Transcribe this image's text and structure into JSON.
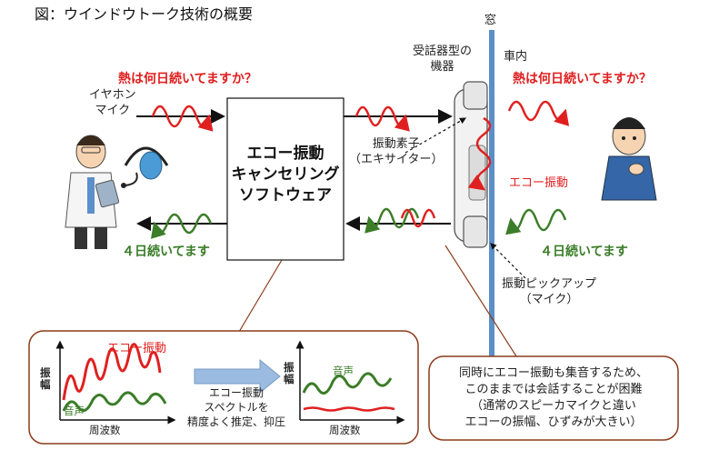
{
  "title": "図：ウインドウトーク技術の概要",
  "labels": {
    "window": "窓",
    "car_interior": "車内",
    "handset_device": "受話器型の\n機器",
    "earphone_mic": "イヤホン\nマイク",
    "question_left": "熱は何日続いてますか？",
    "question_right": "熱は何日続いてますか？",
    "answer_left": "４日続いてます",
    "answer_right": "４日続いてます",
    "software_box": "エコー振動\nキャンセリング\nソフトウェア",
    "exciter": "振動素子\n（エキサイター）",
    "echo_vibration": "エコー振動",
    "pickup_mic": "振動ピックアップ\n（マイク）"
  },
  "inset": {
    "left_chart": {
      "ylabel": "振幅",
      "xlabel": "周波数",
      "series_echo": "エコー振動",
      "series_voice": "音声"
    },
    "arrow_caption": "エコー振動\nスペクトルを\n精度よく推定、抑圧",
    "right_chart": {
      "ylabel": "振幅",
      "xlabel": "周波数",
      "series_voice": "音声"
    }
  },
  "callout": "同時にエコー振動も集音するため、\nこのままでは会話することが困難\n（通常のスピーカマイクと違い\nエコーの振幅、ひずみが大きい）",
  "colors": {
    "red": "#e02020",
    "green": "#3b7d28",
    "window_blue": "#5b8fc7",
    "callout_border": "#8b3a1a",
    "arrow_blue": "#9bbbe0"
  }
}
